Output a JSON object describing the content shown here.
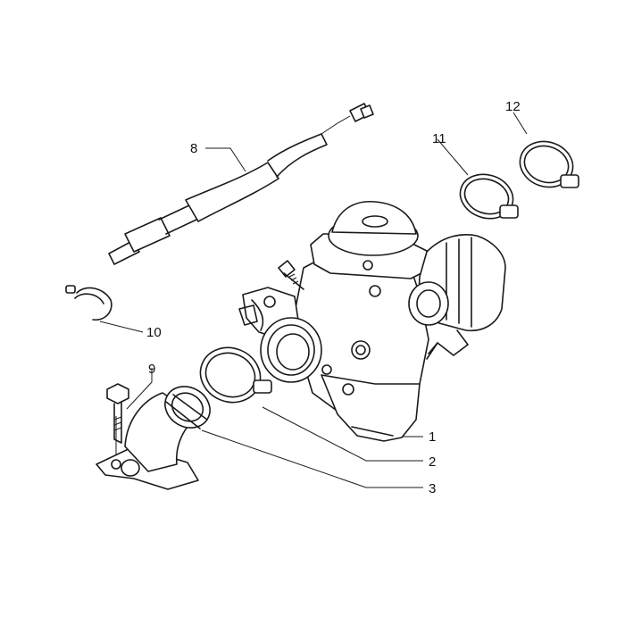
{
  "callouts": {
    "c1": "1",
    "c2": "2",
    "c3": "3",
    "c8": "8",
    "c9": "9",
    "c10": "10",
    "c11": "11",
    "c12": "12"
  }
}
